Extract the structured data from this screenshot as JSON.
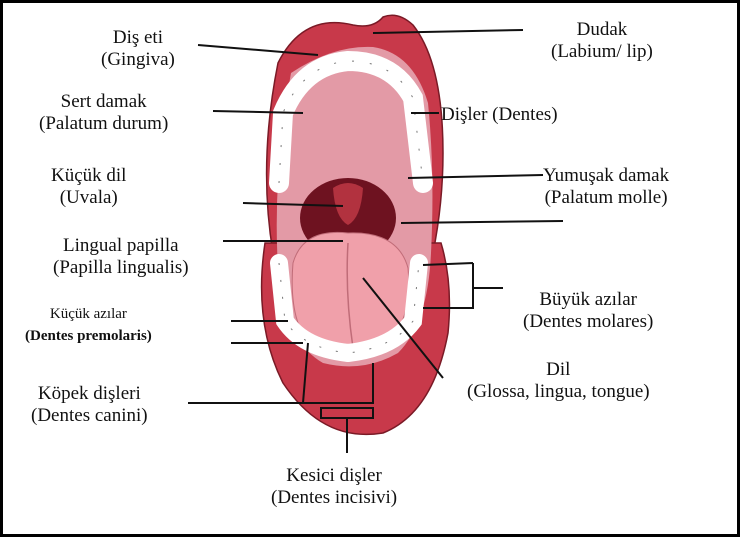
{
  "labels": {
    "gingiva": {
      "line1": "Diş eti",
      "line2": "(Gingiva)"
    },
    "labium": {
      "line1": "Dudak",
      "line2": "(Labium/ lip)"
    },
    "palatum_durum": {
      "line1": "Sert damak",
      "line2": "(Palatum durum)"
    },
    "dentes": {
      "line1": "Dişler (Dentes)"
    },
    "uvula": {
      "line1": "Küçük dil",
      "line2": "(Uvala)"
    },
    "palatum_molle": {
      "line1": "Yumuşak damak",
      "line2": "(Palatum molle)"
    },
    "papilla": {
      "line1": "Lingual papilla",
      "line2": "(Papilla lingualis)"
    },
    "molares": {
      "line1": "Büyük azılar",
      "line2": "(Dentes molares)"
    },
    "premolares": {
      "line1": "Küçük azılar",
      "line2": "(Dentes premolaris)"
    },
    "lingua": {
      "line1": "Dil",
      "line2": "(Glossa, lingua, tongue)"
    },
    "canini": {
      "line1": "Köpek dişleri",
      "line2": "(Dentes canini)"
    },
    "incisivi": {
      "line1": "Kesici dişler",
      "line2": "(Dentes incisivi)"
    }
  },
  "colors": {
    "lip": "#c8394a",
    "lip_dark": "#8e1f2c",
    "palate": "#e39aa6",
    "throat": "#6e1220",
    "tongue": "#f0a0aa",
    "teeth": "#ffffff",
    "gum": "#e98a98"
  }
}
